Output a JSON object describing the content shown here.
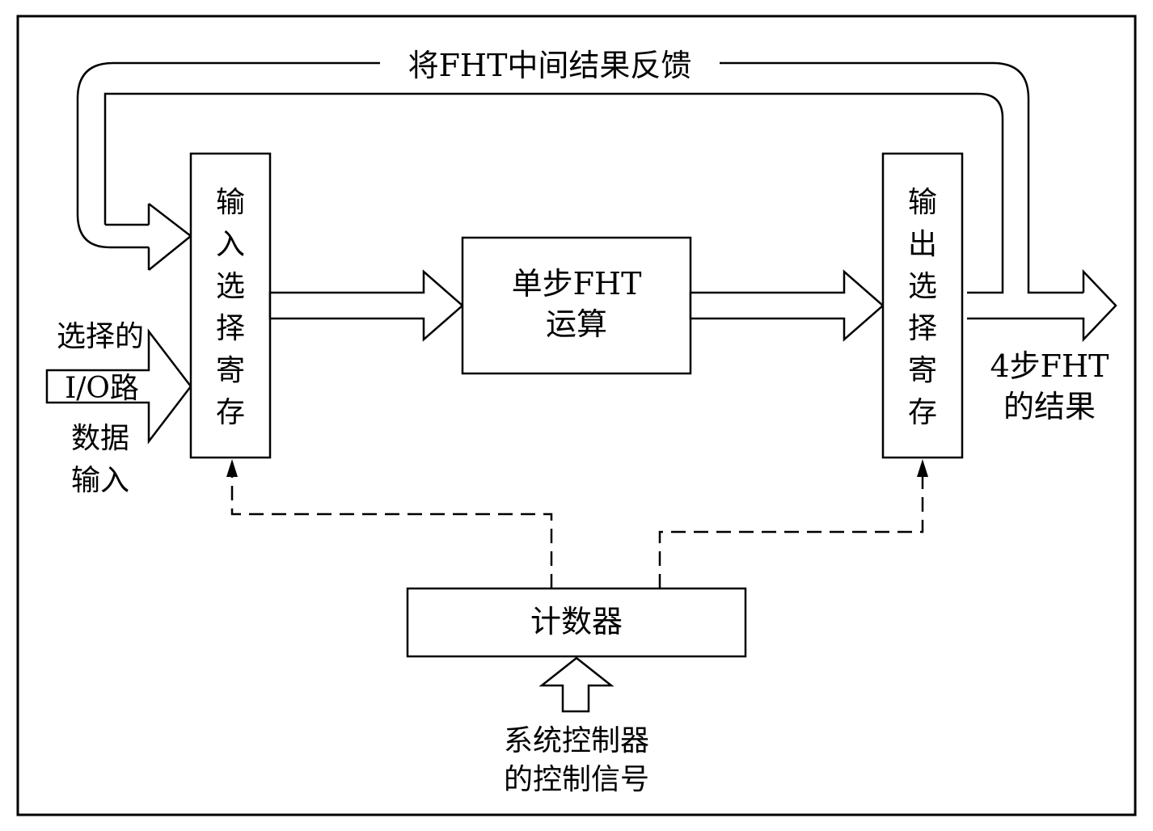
{
  "feedback_label": "将FHT中间结果反馈",
  "input_register": [
    "输",
    "入",
    "选",
    "择",
    "寄",
    "存"
  ],
  "output_register": [
    "输",
    "出",
    "选",
    "择",
    "寄",
    "存"
  ],
  "fht_unit": {
    "line1": "单步FHT",
    "line2": "运算"
  },
  "io_input_label": {
    "line1": "选择的",
    "line2": "I/O路",
    "line3": "数据",
    "line4": "输入"
  },
  "result_label": {
    "line1": "4步FHT",
    "line2": "的结果"
  },
  "counter": {
    "label": "计数器"
  },
  "control_signal": {
    "line1": "系统控制器",
    "line2": "的控制信号"
  }
}
